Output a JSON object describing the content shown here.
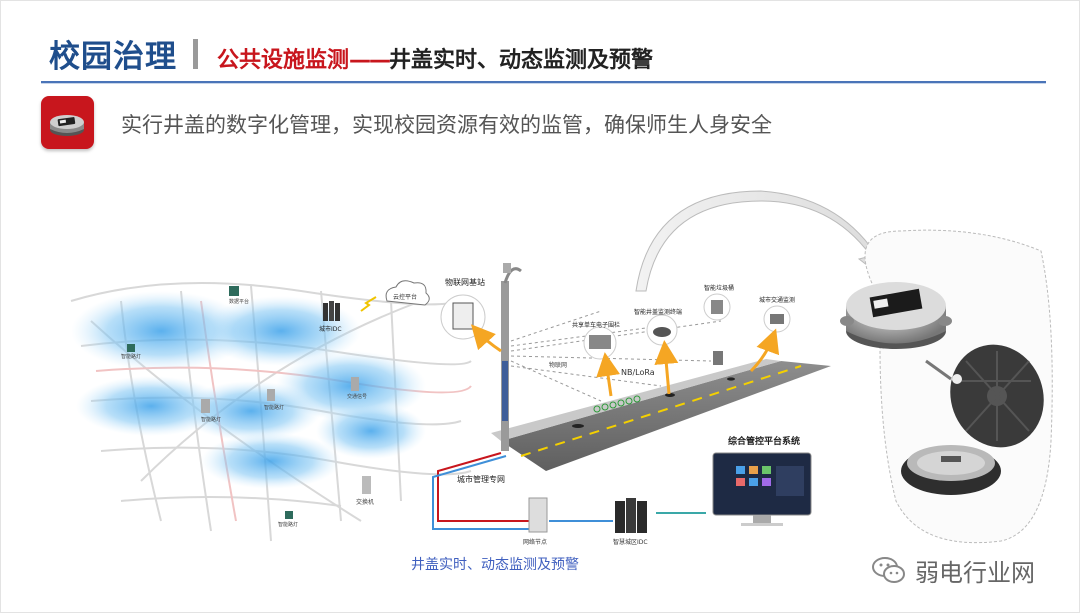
{
  "title": {
    "main": "校园治理",
    "sub_red": "公共设施监测",
    "dash": "——",
    "sub_black": "井盖实时、动态监测及预警"
  },
  "intro": "实行井盖的数字化管理，实现校园资源有效的监管，确保师生人身安全",
  "map_labels": {
    "node_top": "数据平台",
    "city_idc": "城市IDC",
    "node_left": "智能路灯",
    "node_mid": "智能路灯",
    "node_mid2": "智能路灯",
    "node_right": "交通信号",
    "node_bottom": "智能路灯",
    "switch": "交换机",
    "cloud": "云控平台"
  },
  "street_labels": {
    "base_station": "物联网基站",
    "bike": "共享单车电子围栏",
    "manhole_terminal": "智能井盖监测终端",
    "trash": "智能垃圾桶",
    "traffic": "城市交通监测",
    "nb_lora": "NB/LoRa",
    "iot_net": "物联网",
    "city_net": "城市管理专网",
    "platform": "综合管控平台系统",
    "net_node": "网络节点",
    "smart_idc": "智慧城区IDC"
  },
  "caption": "井盖实时、动态监测及预警",
  "watermark": "弱电行业网",
  "colors": {
    "title_blue": "#1f4e8c",
    "accent_red": "#c8161d",
    "rule_blue": "#4a74b8",
    "caption_blue": "#3f5fbf",
    "arrow_orange": "#f5a623"
  }
}
